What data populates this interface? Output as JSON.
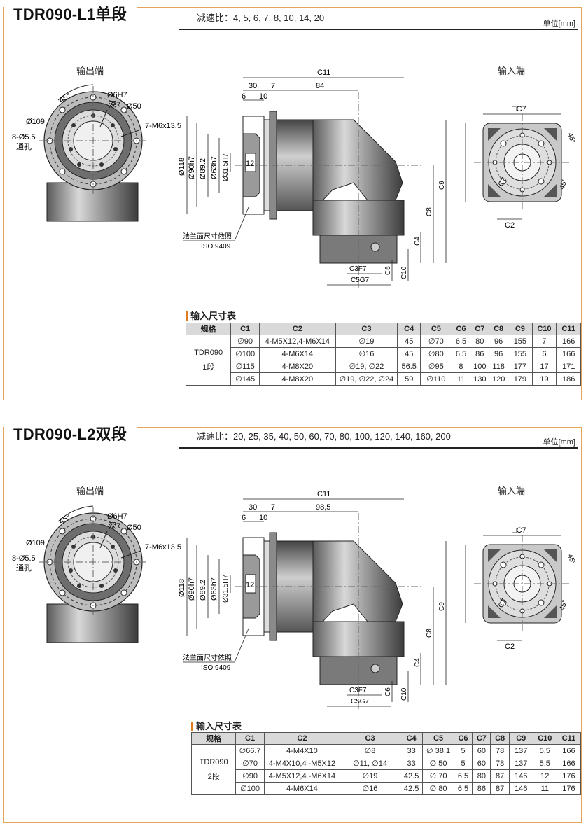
{
  "sections": [
    {
      "title": "TDR090-L1单段",
      "ratio": "减速比：4, 5, 6, 7, 8, 10, 14, 20",
      "unit": "单位[mm]",
      "output_label": "输出端",
      "input_label": "输入端",
      "dims": {
        "angle": "45°",
        "bore": "Ø6H7",
        "depth": "深7",
        "d50": "Ø50",
        "d109": "Ø109",
        "holes": "8-Ø5.5",
        "through": "通孔",
        "tap": "7-M6x13.5",
        "c11": "C11",
        "d30": "30",
        "d7": "7",
        "d84": "84",
        "d6": "6",
        "d10": "10",
        "d118": "Ø118",
        "d90": "Ø90h7",
        "d892": "Ø89.2",
        "d63": "Ø63h7",
        "d315": "Ø31.5H7",
        "d12": "12",
        "flange_note": "法兰面尺寸依照",
        "iso": "ISO 9409",
        "c3": "C3F7",
        "c5": "C5G7",
        "c6": "C6",
        "c10": "C10",
        "c4": "C4",
        "c8": "C8",
        "c9": "C9",
        "c7": "□C7",
        "c7b": "C7",
        "c2": "C2",
        "angle2": "45°",
        "angle3": "45°"
      },
      "table_title": "输入尺寸表",
      "headers": [
        "规格",
        "C1",
        "C2",
        "C3",
        "C4",
        "C5",
        "C6",
        "C7",
        "C8",
        "C9",
        "C10",
        "C11"
      ],
      "spec_name": "TDR090",
      "spec_stage": "1段",
      "rows": [
        [
          "∅90",
          "4-M5X12,4-M6X14",
          "∅19",
          "45",
          "∅70",
          "6.5",
          "80",
          "96",
          "155",
          "7",
          "166"
        ],
        [
          "∅100",
          "4-M6X14",
          "∅16",
          "45",
          "∅80",
          "6.5",
          "86",
          "96",
          "155",
          "6",
          "166"
        ],
        [
          "∅115",
          "4-M8X20",
          "∅19, ∅22",
          "56.5",
          "∅95",
          "8",
          "100",
          "118",
          "177",
          "17",
          "171"
        ],
        [
          "∅145",
          "4-M8X20",
          "∅19, ∅22, ∅24",
          "59",
          "∅110",
          "11",
          "130",
          "120",
          "179",
          "19",
          "186"
        ]
      ]
    },
    {
      "title": "TDR090-L2双段",
      "ratio": "减速比：20, 25, 35, 40, 50, 60, 70, 80, 100, 120, 140, 160, 200",
      "unit": "单位[mm]",
      "output_label": "输出端",
      "input_label": "输入端",
      "dims": {
        "angle": "45°",
        "bore": "Ø6H7",
        "depth": "深7",
        "d50": "Ø50",
        "d109": "Ø109",
        "holes": "8-Ø5.5",
        "through": "通孔",
        "tap": "7-M6x13.5",
        "c11": "C11",
        "d30": "30",
        "d7": "7",
        "d84": "98,5",
        "d6": "6",
        "d10": "10",
        "d118": "Ø118",
        "d90": "Ø90h7",
        "d892": "Ø89.2",
        "d63": "Ø63h7",
        "d315": "Ø31.5H7",
        "d12": "12",
        "flange_note": "法兰面尺寸依照",
        "iso": "ISO 9409",
        "c3": "C3F7",
        "c5": "C5G7",
        "c6": "C6",
        "c10": "C10",
        "c4": "C4",
        "c8": "C8",
        "c9": "C9",
        "c7": "□C7",
        "c7b": "C7",
        "c2": "C2",
        "angle2": "45°",
        "angle3": "45°"
      },
      "table_title": "输入尺寸表",
      "headers": [
        "规格",
        "C1",
        "C2",
        "C3",
        "C4",
        "C5",
        "C6",
        "C7",
        "C8",
        "C9",
        "C10",
        "C11"
      ],
      "spec_name": "TDR090",
      "spec_stage": "2段",
      "rows": [
        [
          "∅66.7",
          "4-M4X10",
          "∅8",
          "33",
          "∅ 38.1",
          "5",
          "60",
          "78",
          "137",
          "5.5",
          "166"
        ],
        [
          "∅70",
          "4-M4X10,4 -M5X12",
          "∅11, ∅14",
          "33",
          "∅ 50",
          "5",
          "60",
          "78",
          "137",
          "5.5",
          "166"
        ],
        [
          "∅90",
          "4-M5X12,4 -M6X14",
          "∅19",
          "42.5",
          "∅ 70",
          "6.5",
          "80",
          "87",
          "146",
          "12",
          "176"
        ],
        [
          "∅100",
          "4-M6X14",
          "∅16",
          "42.5",
          "∅ 80",
          "6.5",
          "86",
          "87",
          "146",
          "11",
          "176"
        ]
      ]
    }
  ],
  "colors": {
    "border": "#e2a55a",
    "accent": "#e07b1c",
    "header_bg": "#d9d9d9"
  }
}
